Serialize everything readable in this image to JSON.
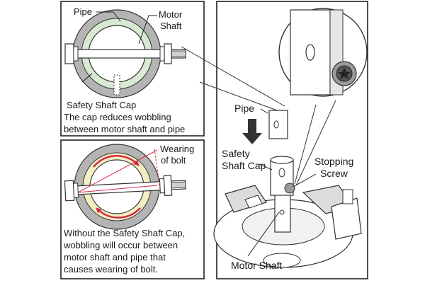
{
  "top_panel": {
    "pipe_label": "Pipe",
    "motor_shaft_label_1": "Motor",
    "motor_shaft_label_2": "Shaft",
    "cap_label": "Safety Shaft Cap",
    "caption_1": "The cap reduces wobbling",
    "caption_2": "between motor shaft and pipe"
  },
  "bottom_panel": {
    "wearing_label_1": "Wearing",
    "wearing_label_2": "of bolt",
    "caption_1": "Without the Safety Shaft Cap,",
    "caption_2": "wobbling will occur between",
    "caption_3": "motor shaft and pipe that",
    "caption_4": "causes wearing of bolt."
  },
  "right_panel": {
    "pipe_label": "Pipe",
    "cap_label_1": "Safety",
    "cap_label_2": "Shaft Cap",
    "screw_label_1": "Stopping",
    "screw_label_2": "Screw",
    "motor_shaft_label": "Motor Shaft"
  },
  "colors": {
    "outline": "#222222",
    "pipe_gray": "#b4b4b4",
    "cap_green": "#d8ebd2",
    "wear_yellow": "#f3efc2",
    "arrow_red": "#d42a4a"
  }
}
